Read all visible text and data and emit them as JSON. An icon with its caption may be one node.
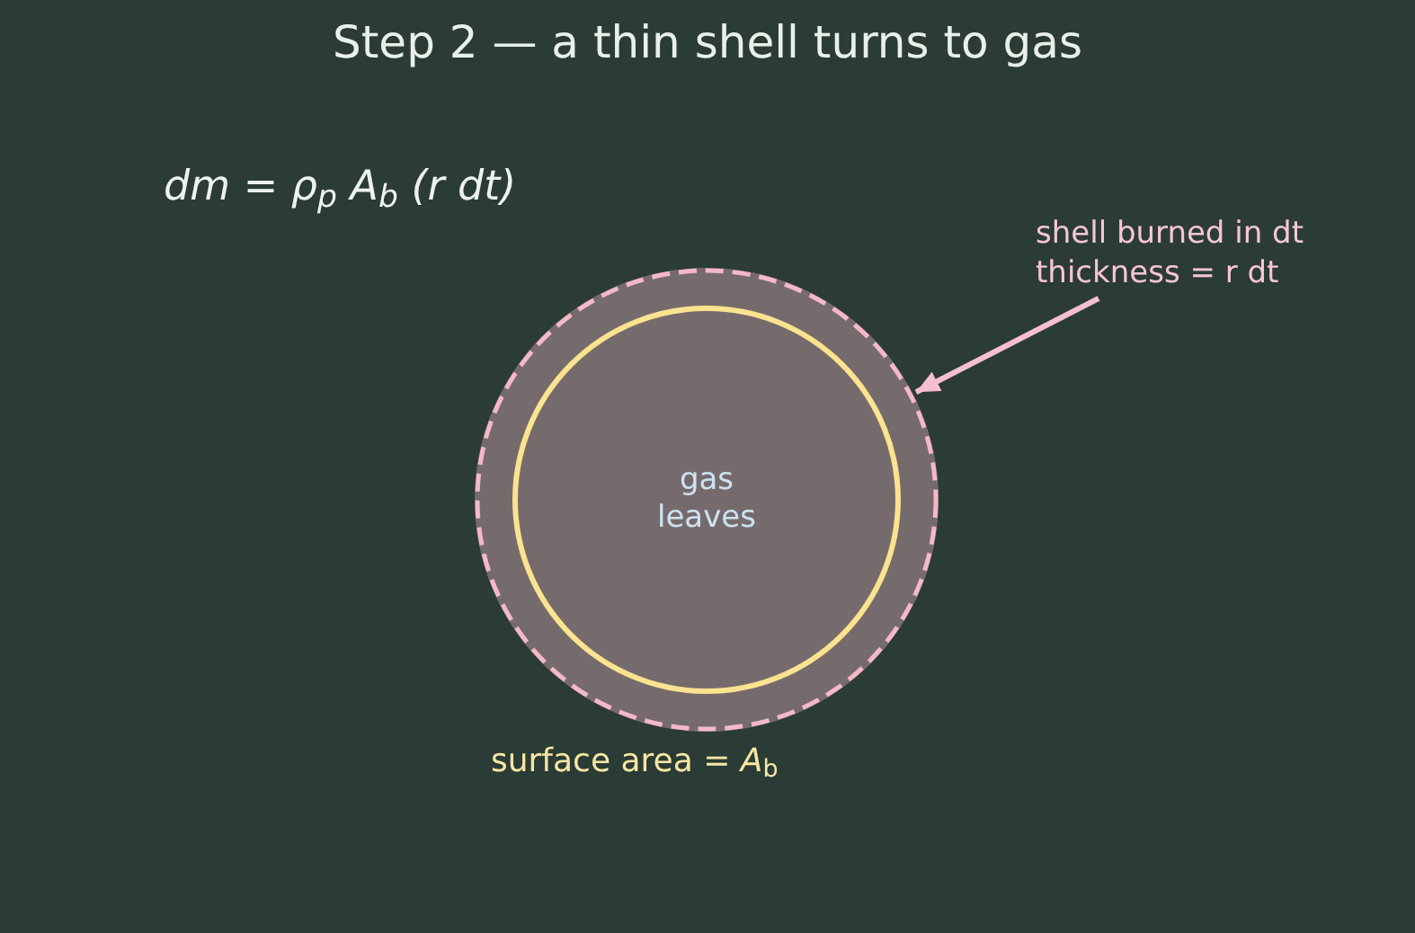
{
  "diagram": {
    "title": "Step 2 — a thin shell turns to gas",
    "nodes": [
      {
        "text": [
          "shell burned in dt",
          "thickness = r dt"
        ]
      },
      {
        "text": [],
        "shape": "circle"
      },
      {
        "text": [
          "gas leaves"
        ],
        "in": 1
      }
    ],
    "edges": [
      {
        "from": 0,
        "to": 1,
        "arrow": "to"
      }
    ],
    "labels": [
      "dm = ρ$_{p}$ A$_{b}$ (r dt)",
      "surface area = *A*$_{b}$"
    ]
  }
}
